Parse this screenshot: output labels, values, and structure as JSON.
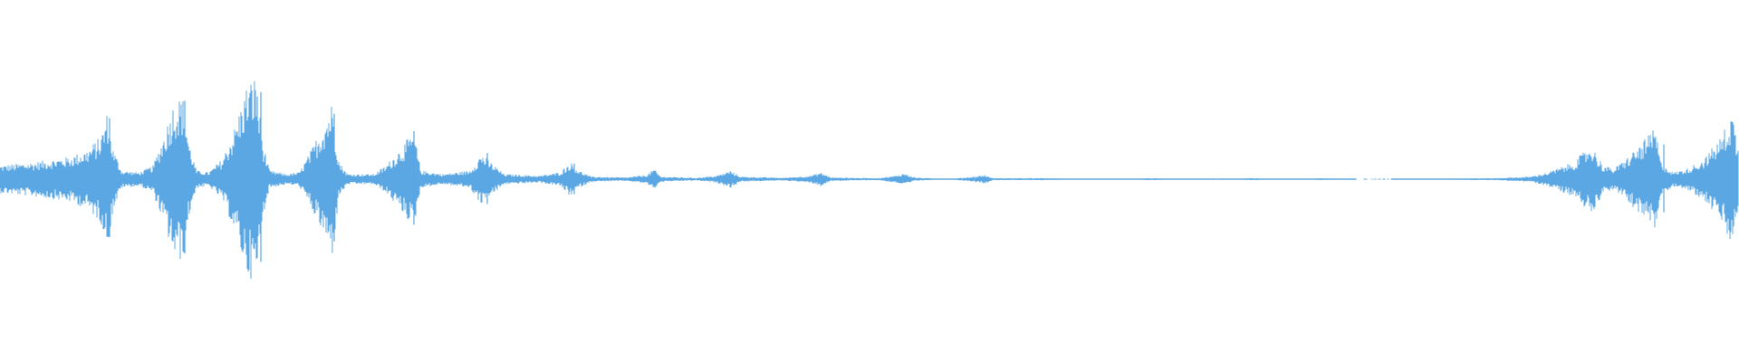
{
  "waveform": {
    "color": "#5aa7e3",
    "background": "#ffffff",
    "envelope": [
      [
        0.0,
        0.08
      ],
      [
        0.02,
        0.1
      ],
      [
        0.04,
        0.13
      ],
      [
        0.05,
        0.17
      ],
      [
        0.058,
        0.25
      ],
      [
        0.062,
        0.4
      ],
      [
        0.065,
        0.18
      ],
      [
        0.07,
        0.05
      ],
      [
        0.08,
        0.04
      ],
      [
        0.088,
        0.08
      ],
      [
        0.094,
        0.25
      ],
      [
        0.1,
        0.45
      ],
      [
        0.105,
        0.48
      ],
      [
        0.109,
        0.2
      ],
      [
        0.113,
        0.05
      ],
      [
        0.12,
        0.04
      ],
      [
        0.128,
        0.12
      ],
      [
        0.135,
        0.3
      ],
      [
        0.142,
        0.55
      ],
      [
        0.147,
        0.6
      ],
      [
        0.151,
        0.22
      ],
      [
        0.155,
        0.05
      ],
      [
        0.165,
        0.03
      ],
      [
        0.172,
        0.04
      ],
      [
        0.178,
        0.15
      ],
      [
        0.185,
        0.3
      ],
      [
        0.191,
        0.45
      ],
      [
        0.195,
        0.1
      ],
      [
        0.2,
        0.03
      ],
      [
        0.215,
        0.03
      ],
      [
        0.222,
        0.08
      ],
      [
        0.232,
        0.2
      ],
      [
        0.238,
        0.28
      ],
      [
        0.242,
        0.05
      ],
      [
        0.255,
        0.03
      ],
      [
        0.27,
        0.05
      ],
      [
        0.277,
        0.15
      ],
      [
        0.282,
        0.1
      ],
      [
        0.29,
        0.03
      ],
      [
        0.31,
        0.02
      ],
      [
        0.322,
        0.04
      ],
      [
        0.328,
        0.1
      ],
      [
        0.333,
        0.05
      ],
      [
        0.34,
        0.015
      ],
      [
        0.36,
        0.01
      ],
      [
        0.372,
        0.025
      ],
      [
        0.376,
        0.06
      ],
      [
        0.38,
        0.015
      ],
      [
        0.4,
        0.008
      ],
      [
        0.412,
        0.02
      ],
      [
        0.42,
        0.05
      ],
      [
        0.426,
        0.015
      ],
      [
        0.45,
        0.008
      ],
      [
        0.466,
        0.02
      ],
      [
        0.472,
        0.04
      ],
      [
        0.478,
        0.01
      ],
      [
        0.505,
        0.006
      ],
      [
        0.515,
        0.02
      ],
      [
        0.52,
        0.035
      ],
      [
        0.526,
        0.01
      ],
      [
        0.545,
        0.0
      ],
      [
        0.56,
        0.015
      ],
      [
        0.566,
        0.025
      ],
      [
        0.571,
        0.006
      ],
      [
        0.6,
        0.006
      ],
      [
        0.64,
        0.0
      ],
      [
        0.66,
        0.006
      ],
      [
        0.7,
        0.0
      ],
      [
        0.72,
        0.006
      ],
      [
        0.74,
        0.0
      ],
      [
        0.76,
        0.006
      ],
      [
        0.78,
        0.0
      ],
      [
        0.8,
        0.0
      ],
      [
        0.82,
        0.004
      ],
      [
        0.86,
        0.006
      ],
      [
        0.88,
        0.015
      ],
      [
        0.89,
        0.04
      ],
      [
        0.905,
        0.1
      ],
      [
        0.915,
        0.2
      ],
      [
        0.922,
        0.08
      ],
      [
        0.928,
        0.06
      ],
      [
        0.935,
        0.12
      ],
      [
        0.945,
        0.22
      ],
      [
        0.952,
        0.3
      ],
      [
        0.955,
        0.1
      ],
      [
        0.962,
        0.04
      ],
      [
        0.97,
        0.06
      ],
      [
        0.98,
        0.12
      ],
      [
        0.99,
        0.25
      ],
      [
        0.996,
        0.4
      ],
      [
        1.0,
        0.15
      ]
    ],
    "peaks": [
      [
        0.063,
        0.7
      ],
      [
        0.106,
        0.9
      ],
      [
        0.148,
        0.95
      ],
      [
        0.15,
        1.0
      ],
      [
        0.192,
        0.75
      ],
      [
        0.238,
        0.55
      ],
      [
        0.28,
        0.3
      ],
      [
        0.33,
        0.18
      ],
      [
        0.957,
        0.4
      ],
      [
        0.997,
        0.55
      ]
    ]
  }
}
